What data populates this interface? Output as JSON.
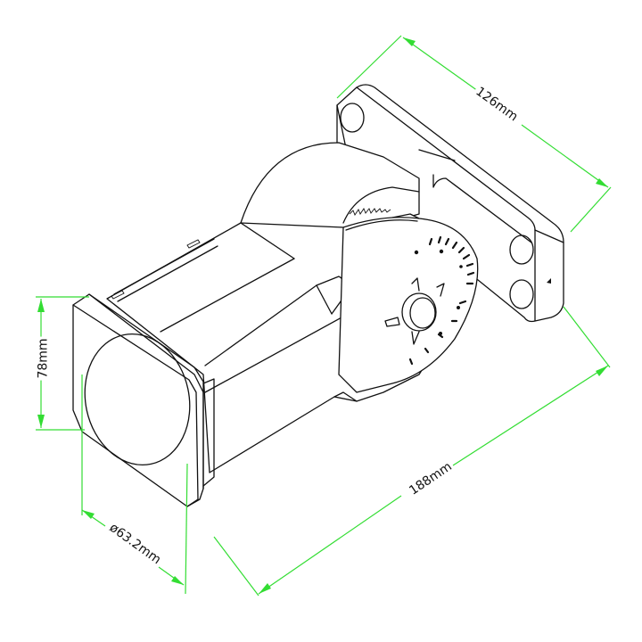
{
  "drawing": {
    "subject": "isometric-line-drawing-of-scope-mount-assembly",
    "line_color": "#111111",
    "dimension_color": "#33dd33",
    "background": "#ffffff"
  },
  "dimensions": {
    "width": {
      "label": "126mm",
      "value": 126,
      "unit": "mm"
    },
    "length": {
      "label": "188mm",
      "value": 188,
      "unit": "mm"
    },
    "height": {
      "label": "78mm",
      "value": 78,
      "unit": "mm"
    },
    "diameter": {
      "label": "ø63.2mm",
      "value": 63.2,
      "unit": "mm"
    }
  }
}
